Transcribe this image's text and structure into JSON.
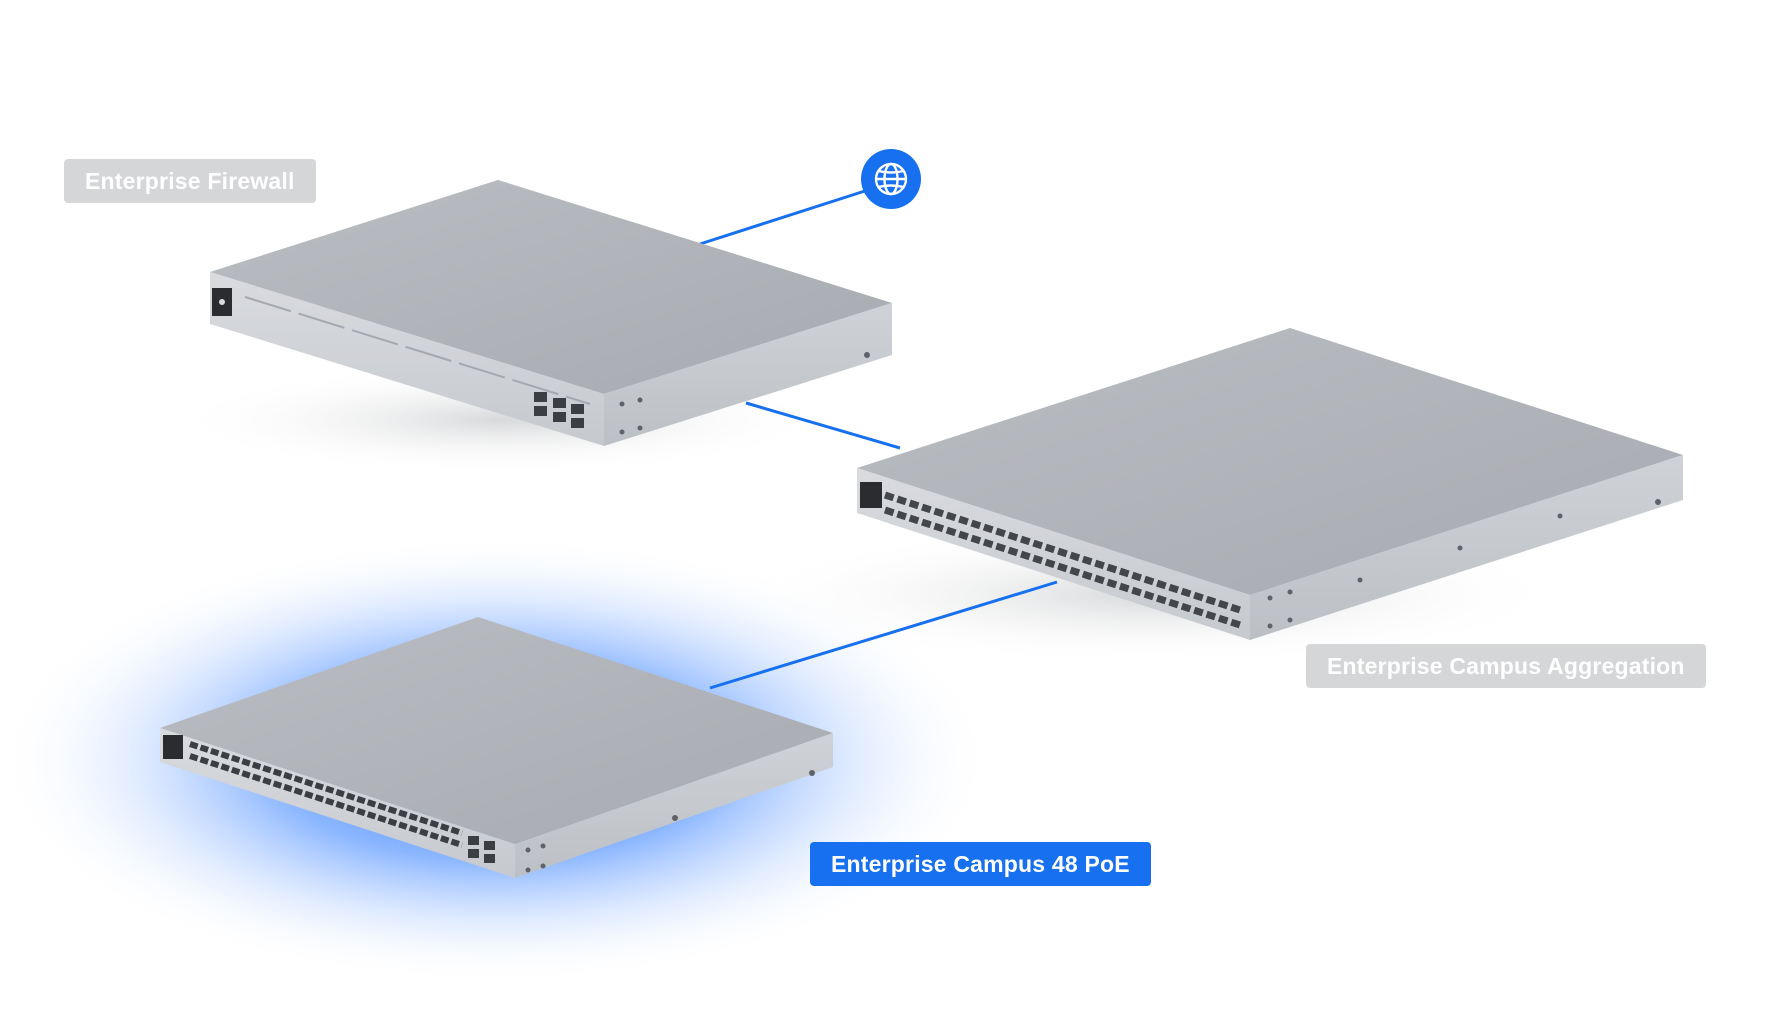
{
  "devices": {
    "firewall": {
      "label": "Enterprise Firewall",
      "state": "inactive"
    },
    "aggregation": {
      "label": "Enterprise Campus Aggregation",
      "state": "inactive"
    },
    "campus_poe": {
      "label": "Enterprise Campus 48 PoE",
      "state": "active"
    }
  },
  "icons": {
    "internet": "globe-icon"
  },
  "colors": {
    "link": "#1670ef",
    "active_label": "#1670ef",
    "inactive_label": "#d5d6d8",
    "glow": "#1e6cff",
    "device_top": "#b2b5ba",
    "device_front": "#d3d5d9"
  }
}
